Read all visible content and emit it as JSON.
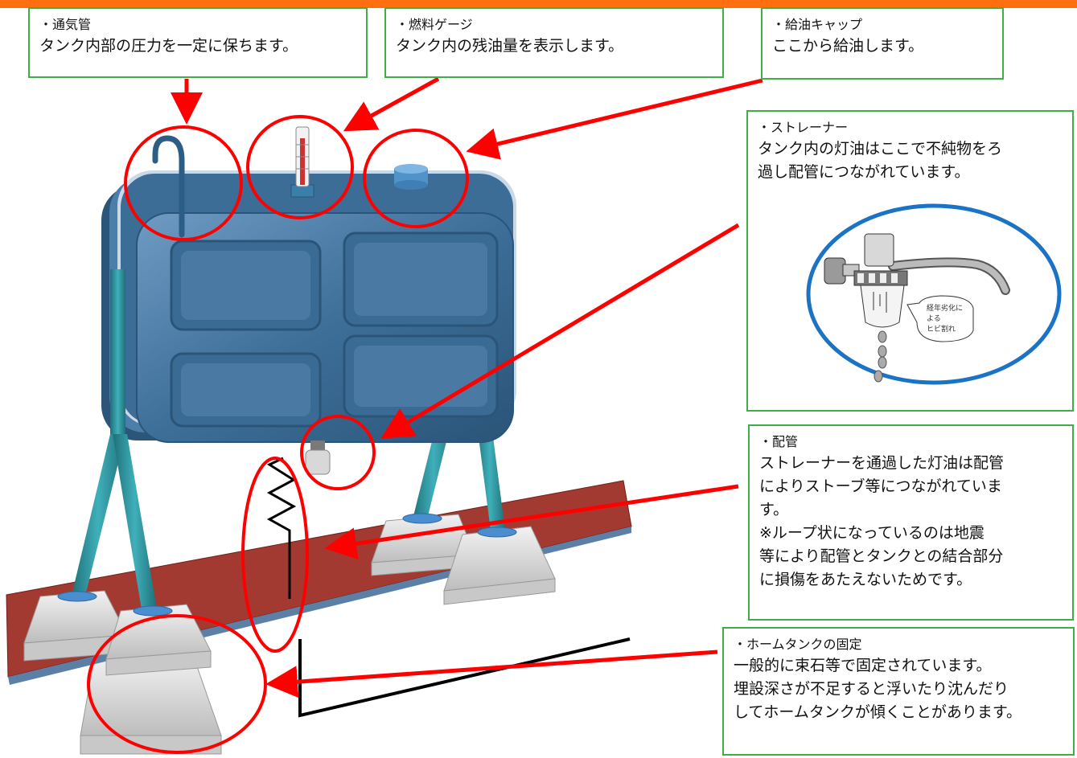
{
  "colors": {
    "accent_bar": "#ff6f10",
    "callout_border": "#3fae49",
    "arrow": "#ff0000",
    "tank_body": "#3d6f99",
    "legs": "#2a8a94",
    "base_slab": "#a33a32",
    "strainer_ring": "#1a73c4"
  },
  "callouts": {
    "vent": {
      "title": "・通気管",
      "body": "タンク内部の圧力を一定に保ちます。"
    },
    "gauge": {
      "title": "・燃料ゲージ",
      "body": "タンク内の残油量を表示します。"
    },
    "cap": {
      "title": "・給油キャップ",
      "body": "ここから給油します。"
    },
    "strainer": {
      "title": "・ストレーナー",
      "body": "タンク内の灯油はここで不純物をろ\n過し配管につながれています。"
    },
    "pipe": {
      "title": "・配管",
      "body": "ストレーナーを通過した灯油は配管\nによりストーブ等につながれていま\nす。\n※ループ状になっているのは地震\n等により配管とタンクとの結合部分\nに損傷をあたえないためです。"
    },
    "fixing": {
      "title": "・ホームタンクの固定",
      "body": "一般的に束石等で固定されています。\n埋設深さが不足すると浮いたり沈んだり\nしてホームタンクが傾くことがあります。"
    }
  },
  "strainer_illustration": {
    "note_lines": [
      "経年劣化に",
      "よる",
      "ヒビ割れ"
    ]
  }
}
